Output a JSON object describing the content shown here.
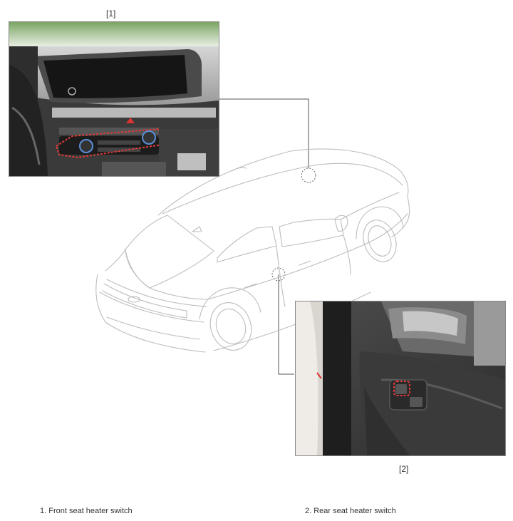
{
  "figure": {
    "photo_front_label": "[1]",
    "photo_rear_label": "[2]"
  },
  "legend": {
    "item_1": "1. Front seat heater switch",
    "item_2": "2. Rear seat heater switch"
  }
}
